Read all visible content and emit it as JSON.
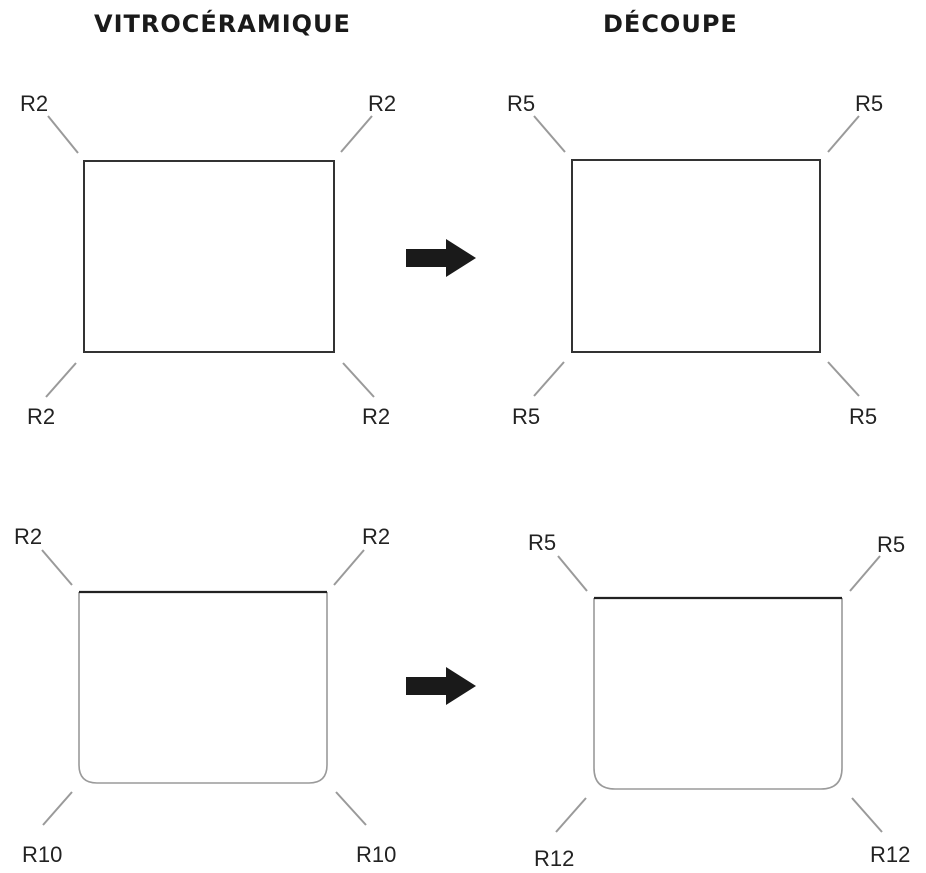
{
  "headings": {
    "left": "VITROCÉRAMIQUE",
    "right": "DÉCOUPE"
  },
  "diagrams": {
    "top_left": {
      "top_left": "R2",
      "top_right": "R2",
      "bottom_left": "R2",
      "bottom_right": "R2"
    },
    "top_right": {
      "top_left": "R5",
      "top_right": "R5",
      "bottom_left": "R5",
      "bottom_right": "R5"
    },
    "bottom_left": {
      "top_left": "R2",
      "top_right": "R2",
      "bottom_left": "R10",
      "bottom_right": "R10"
    },
    "bottom_right": {
      "top_left": "R5",
      "top_right": "R5",
      "bottom_left": "R12",
      "bottom_right": "R12"
    }
  },
  "colors": {
    "outline": "#333333",
    "leader": "#9a9a9a",
    "arrow": "#1a1a1a"
  }
}
